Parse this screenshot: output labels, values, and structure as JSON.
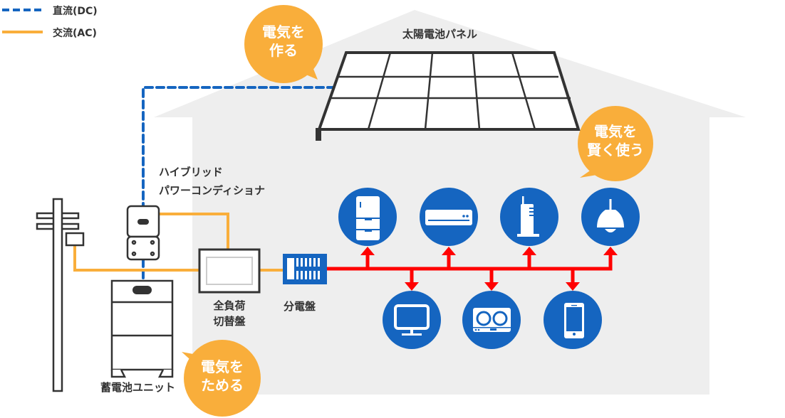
{
  "legend": {
    "dc_label": "直流(DC)",
    "ac_label": "交流(AC)",
    "dc_color": "#1565c0",
    "ac_color": "#f9ae3b"
  },
  "colors": {
    "house": "#eeeeee",
    "device_blue": "#1565c0",
    "distribution_red": "#ff0000",
    "bubble": "#f9ae3b",
    "outline": "#333333"
  },
  "labels": {
    "solar_panel": "太陽電池パネル",
    "inverter_line1": "ハイブリッド",
    "inverter_line2": "パワーコンディショナ",
    "transfer_switch_line1": "全負荷",
    "transfer_switch_line2": "切替盤",
    "distribution_board": "分電盤",
    "battery": "蓄電池ユニット"
  },
  "bubbles": {
    "make": {
      "line1": "電気を",
      "line2": "作る"
    },
    "store": {
      "line1": "電気を",
      "line2": "ためる"
    },
    "use": {
      "line1": "電気を",
      "line2": "賢く使う"
    }
  },
  "appliances": {
    "top": [
      "refrigerator",
      "air-conditioner",
      "cordless-phone",
      "pendant-lamp"
    ],
    "bottom": [
      "television",
      "ih-cooktop",
      "smartphone"
    ]
  }
}
